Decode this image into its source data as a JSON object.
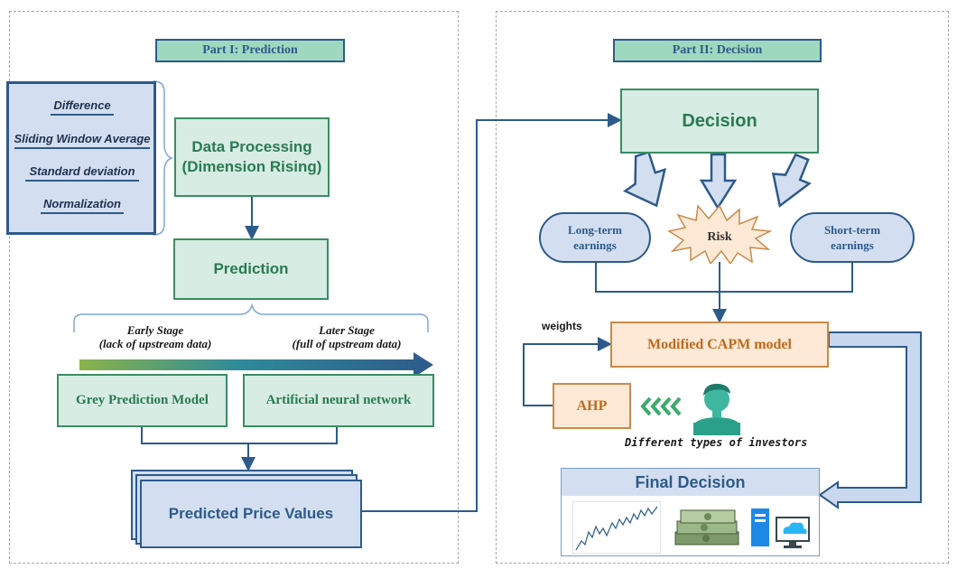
{
  "part1": {
    "title": "Part I: Prediction",
    "features": [
      "Difference",
      "Sliding Window Average",
      "Standard deviation",
      "Normalization"
    ],
    "data_processing": [
      "Data Processing",
      "(Dimension Rising)"
    ],
    "prediction": "Prediction",
    "early_stage": [
      "Early Stage",
      "(lack of upstream data)"
    ],
    "later_stage": [
      "Later Stage",
      "(full of upstream data)"
    ],
    "grey_model": "Grey Prediction Model",
    "ann": "Artificial neural network",
    "predicted": "Predicted Price Values"
  },
  "part2": {
    "title": "Part II: Decision",
    "decision": "Decision",
    "long_term": [
      "Long-term",
      "earnings"
    ],
    "risk": "Risk",
    "short_term": [
      "Short-term",
      "earnings"
    ],
    "weights": "weights",
    "capm": "Modified CAPM model",
    "ahp": "AHP",
    "investors": "Different types of investors",
    "final": "Final Decision",
    "final_icons": [
      "stock-chart-icon",
      "money-stack-icon",
      "computer-cloud-icon"
    ]
  },
  "colors": {
    "green_border": "#3a8d63",
    "green_fill": "#d7ece2",
    "blue_border": "#2e5a8a",
    "blue_fill": "#d3dff0",
    "orange_border": "#c98a4a",
    "orange_fill": "#fde9d6",
    "title_fill": "#9ed9bf"
  }
}
